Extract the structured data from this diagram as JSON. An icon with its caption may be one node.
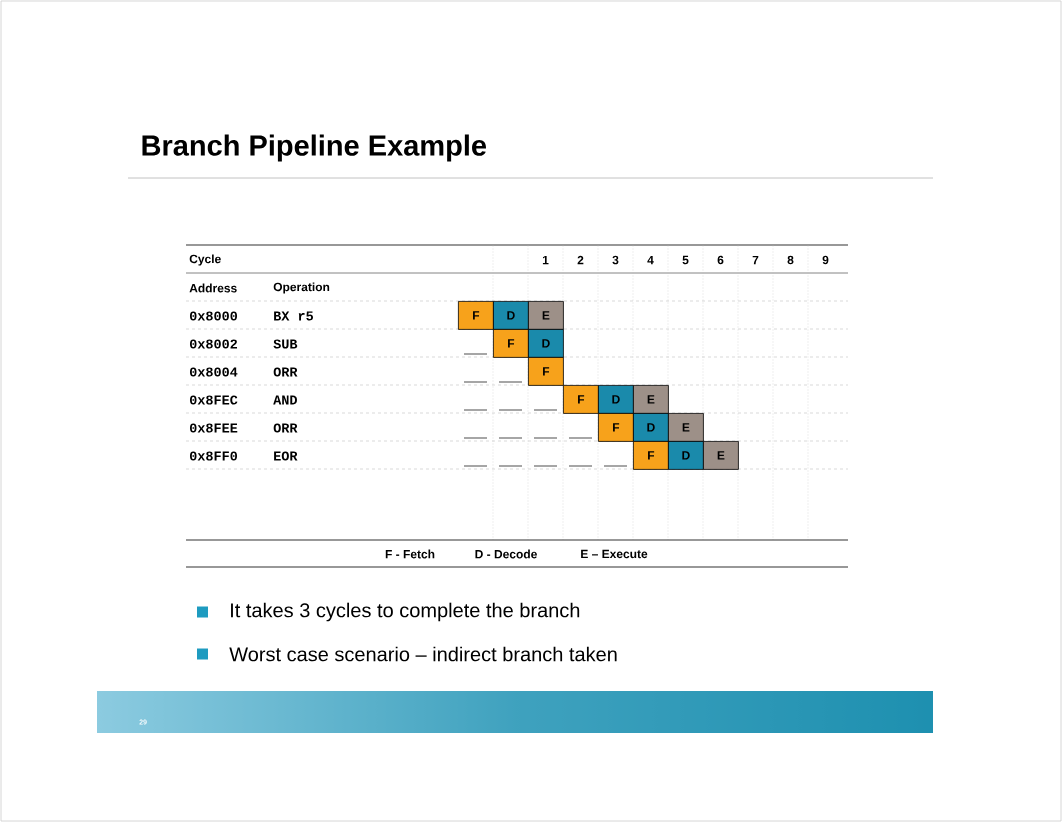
{
  "diagram": {
    "title": "Branch Pipeline Example",
    "nodes": [
      {
        "text": [
          "F"
        ]
      },
      {
        "text": [
          "D"
        ]
      },
      {
        "text": [
          "E"
        ]
      },
      {
        "text": [
          "F"
        ]
      },
      {
        "text": [
          "D"
        ]
      },
      {
        "text": [
          "F"
        ]
      },
      {
        "text": [
          "F"
        ]
      },
      {
        "text": [
          "D"
        ]
      },
      {
        "text": [
          "E"
        ]
      },
      {
        "text": [
          "F"
        ]
      },
      {
        "text": [
          "D"
        ]
      },
      {
        "text": [
          "E"
        ]
      },
      {
        "text": [
          "F"
        ]
      },
      {
        "text": [
          "D"
        ]
      },
      {
        "text": [
          "E"
        ]
      }
    ],
    "labels": [
      "Cycle",
      "1",
      "2",
      "3",
      "4",
      "5",
      "6",
      "7",
      "8",
      "9",
      "Address",
      "Operation",
      "0x8000",
      "BX r5",
      "0x8002",
      "SUB",
      "0x8004",
      "ORR",
      "0x8FEC",
      "AND",
      "0x8FEE",
      "ORR",
      "0x8FF0",
      "EOR",
      "F - Fetch",
      "D - Decode",
      "E – Execute",
      "It takes 3 cycles to complete the branch",
      "Worst case scenario – indirect branch taken",
      "29"
    ]
  }
}
